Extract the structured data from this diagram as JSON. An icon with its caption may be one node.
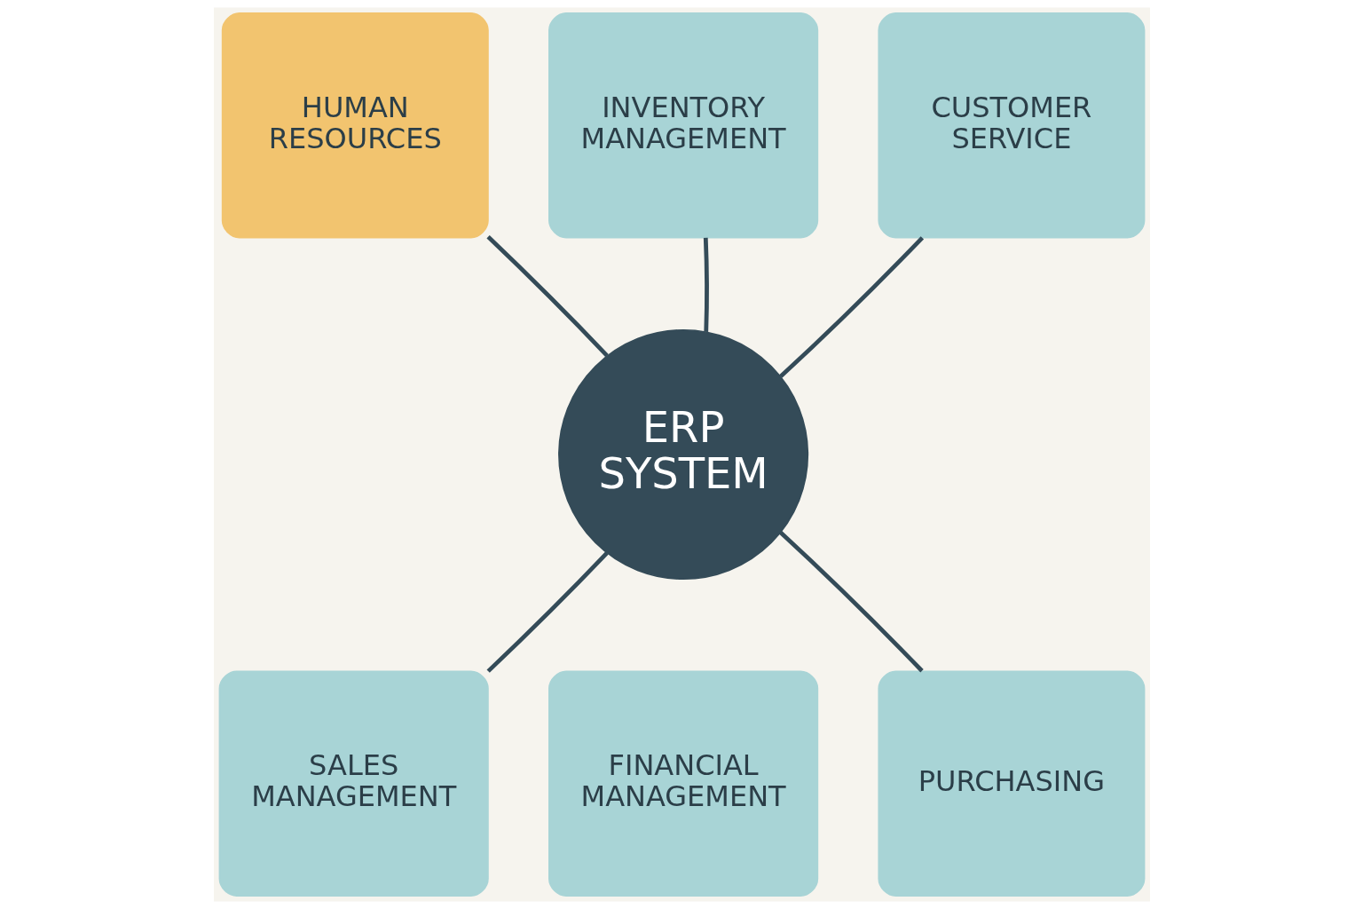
{
  "diagram": {
    "nodes": [
      {
        "text": [
          "ERP",
          "SYSTEM"
        ]
      },
      {
        "text": [
          "HUMAN RESOURCES"
        ]
      },
      {
        "text": [
          "INVENTORY MANAGEMENT"
        ]
      },
      {
        "text": [
          "CUSTOMER SERVICE"
        ]
      },
      {
        "text": [
          "SALES MANAGEMENT"
        ]
      },
      {
        "text": [
          "FINANCIAL MANAGEMENT"
        ]
      },
      {
        "text": [
          "PURCHASING"
        ]
      }
    ],
    "edges": [
      {
        "from": 0,
        "to": 1,
        "arrow": "none"
      },
      {
        "from": 0,
        "to": 2,
        "arrow": "none"
      },
      {
        "from": 0,
        "to": 3,
        "arrow": "none"
      },
      {
        "from": 0,
        "to": 4,
        "arrow": "none"
      },
      {
        "from": 0,
        "to": 6,
        "arrow": "none"
      }
    ]
  }
}
